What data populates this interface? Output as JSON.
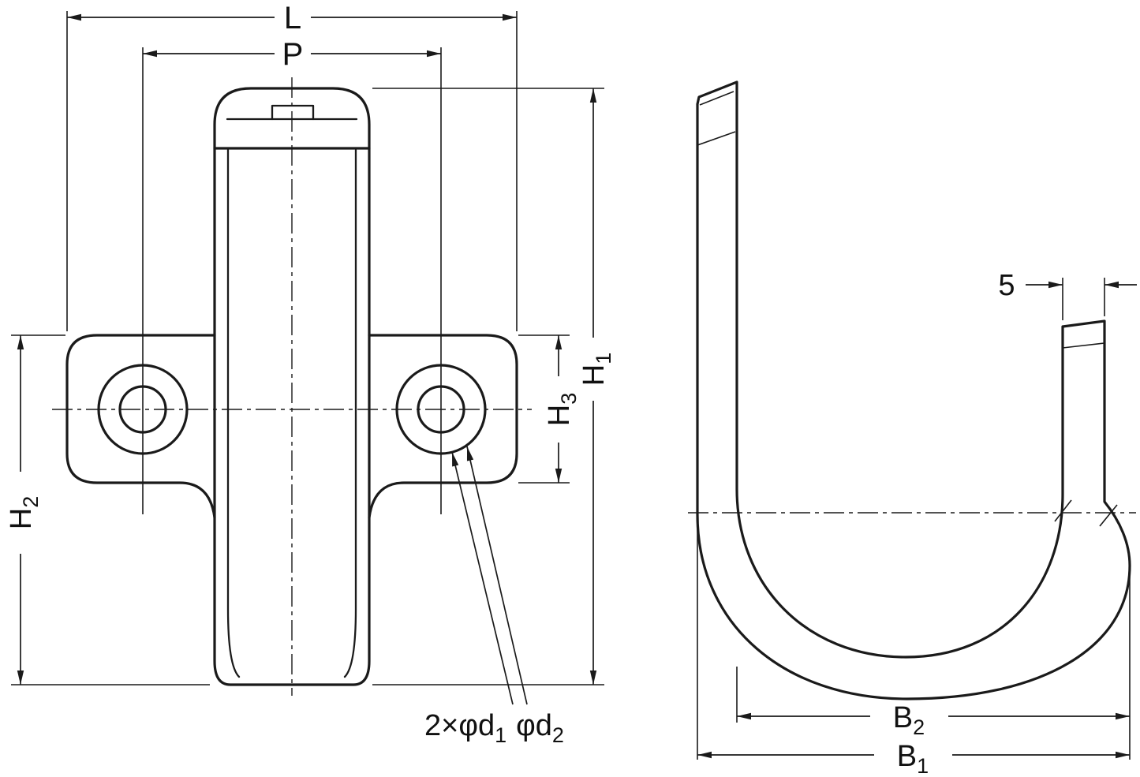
{
  "colors": {
    "line": "#1a1a1a",
    "background": "#ffffff",
    "text": "#111111"
  },
  "dims": {
    "L": {
      "base": "L"
    },
    "P": {
      "base": "P"
    },
    "H1": {
      "base": "H",
      "sub": "1"
    },
    "H2": {
      "base": "H",
      "sub": "2"
    },
    "H3": {
      "base": "H",
      "sub": "3"
    },
    "B1": {
      "base": "B",
      "sub": "1"
    },
    "B2": {
      "base": "B",
      "sub": "2"
    },
    "thickness": {
      "value": "5"
    },
    "hole_note": {
      "prefix": "2×φd",
      "sub1": "1",
      "mid": "φd",
      "sub2": "2"
    }
  }
}
